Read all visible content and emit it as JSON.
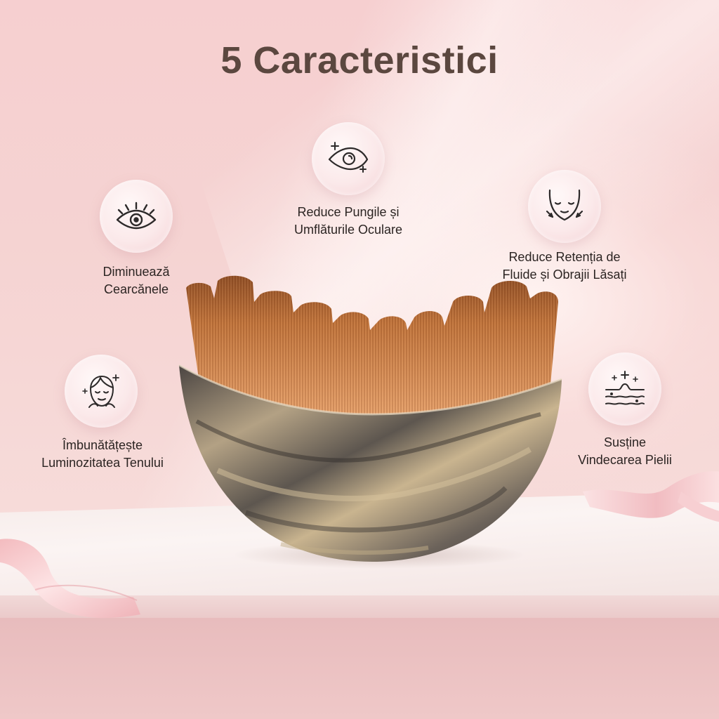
{
  "title": "5 Caracteristici",
  "features": [
    {
      "icon": "eye-sparkle-icon",
      "line1": "Reduce Pungile și",
      "line2": "Umflăturile Oculare"
    },
    {
      "icon": "eye-lashes-icon",
      "line1": "Diminuează",
      "line2": "Cearcănele"
    },
    {
      "icon": "face-contour-icon",
      "line1": "Reduce Retenția de",
      "line2": "Fluide și Obrajii Lăsați"
    },
    {
      "icon": "face-glow-icon",
      "line1": "Îmbunătățește",
      "line2": "Luminozitatea Tenului"
    },
    {
      "icon": "skin-layers-icon",
      "line1": "Susține",
      "line2": "Vindecarea Pielii"
    }
  ],
  "colors": {
    "title": "#5b473f",
    "background": "#f5d3d2",
    "icon_stroke": "#2d2a2a",
    "bristles": "#b0622a",
    "wood": "#6f6253"
  }
}
